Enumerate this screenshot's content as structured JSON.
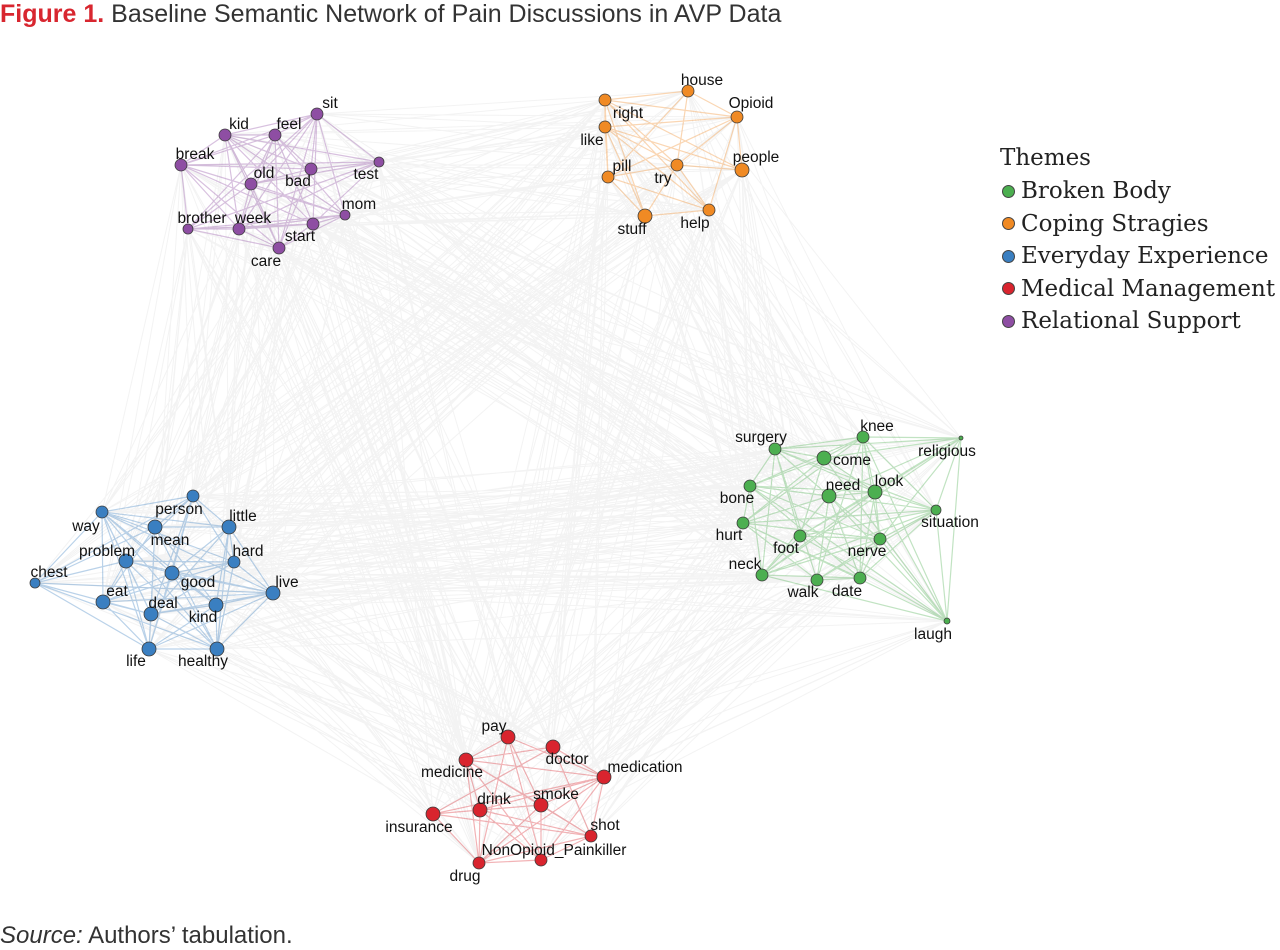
{
  "figure": {
    "number": "Figure 1.",
    "title": "Baseline Semantic Network of Pain Discussions in AVP Data",
    "source_label": "Source:",
    "source_text": "Authors’ tabulation."
  },
  "legend": {
    "title": "Themes",
    "items": [
      {
        "key": "broken_body",
        "label": "Broken Body"
      },
      {
        "key": "coping",
        "label": "Coping Stragies"
      },
      {
        "key": "everyday",
        "label": "Everyday Experience"
      },
      {
        "key": "medical",
        "label": "Medical Management"
      },
      {
        "key": "relational",
        "label": "Relational Support"
      }
    ]
  },
  "colors": {
    "broken_body": "#4caf50",
    "coping": "#f08a24",
    "everyday": "#3a7fc1",
    "medical": "#d9242e",
    "relational": "#8e4ea3",
    "background_edge": "#b3b3b3"
  },
  "network": {
    "groups": [
      {
        "theme": "relational",
        "words": [
          "sit",
          "kid",
          "feel",
          "break",
          "old",
          "bad",
          "test",
          "brother",
          "week",
          "mom",
          "start",
          "care"
        ]
      },
      {
        "theme": "coping",
        "words": [
          "house",
          "right",
          "Opioid",
          "like",
          "pill",
          "try",
          "people",
          "stuff",
          "help"
        ]
      },
      {
        "theme": "everyday",
        "words": [
          "person",
          "little",
          "way",
          "mean",
          "problem",
          "hard",
          "good",
          "chest",
          "eat",
          "live",
          "deal",
          "kind",
          "life",
          "healthy"
        ]
      },
      {
        "theme": "broken_body",
        "words": [
          "surgery",
          "knee",
          "religious",
          "come",
          "need",
          "look",
          "bone",
          "situation",
          "hurt",
          "foot",
          "nerve",
          "neck",
          "walk",
          "date",
          "laugh"
        ]
      },
      {
        "theme": "medical",
        "words": [
          "pay",
          "doctor",
          "medication",
          "medicine",
          "drink",
          "smoke",
          "shot",
          "insurance",
          "NonOpioid_Painkiller",
          "drug"
        ]
      }
    ]
  }
}
